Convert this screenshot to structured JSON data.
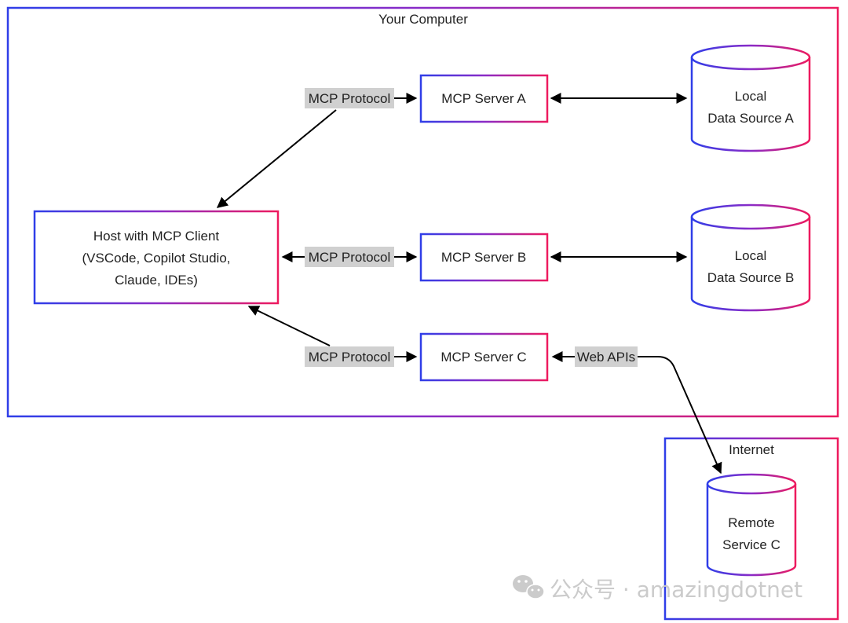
{
  "colors": {
    "gradient_start": "#2f3ee8",
    "gradient_mid": "#8a2bc7",
    "gradient_end": "#ee1a5e",
    "edge_label_bg": "#d0d0d0",
    "arrow": "#000000",
    "watermark": "#c9c9c9"
  },
  "groups": {
    "computer": "Your Computer",
    "internet": "Internet"
  },
  "nodes": {
    "host": [
      "Host with MCP Client",
      "(VSCode, Copilot Studio,",
      "Claude, IDEs)"
    ],
    "server_a": "MCP Server A",
    "server_b": "MCP Server B",
    "server_c": "MCP Server C",
    "data_a": [
      "Local",
      "Data Source A"
    ],
    "data_b": [
      "Local",
      "Data Source B"
    ],
    "remote_c": [
      "Remote",
      "Service C"
    ]
  },
  "edges": {
    "protocol_a": "MCP Protocol",
    "protocol_b": "MCP Protocol",
    "protocol_c": "MCP Protocol",
    "web_apis": "Web APIs"
  },
  "watermark": {
    "icon": "wechat-icon",
    "text": "公众号 · amazingdotnet"
  }
}
